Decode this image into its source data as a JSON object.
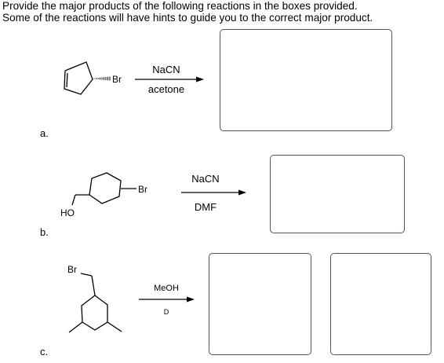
{
  "instructions": {
    "line1": "Provide the major products of the following reactions in the boxes provided.",
    "line2": "Some of the reactions will have hints to guide you to the correct major product."
  },
  "reactions": [
    {
      "label": "a.",
      "substituent": "Br",
      "reagent_top": "NaCN",
      "reagent_bottom": "acetone"
    },
    {
      "label": "b.",
      "substituent": "Br",
      "hydroxyl": "HO",
      "reagent_top": "NaCN",
      "reagent_bottom": "DMF"
    },
    {
      "label": "c.",
      "substituent": "Br",
      "reagent_top": "MeOH",
      "reagent_bottom": "D"
    }
  ]
}
